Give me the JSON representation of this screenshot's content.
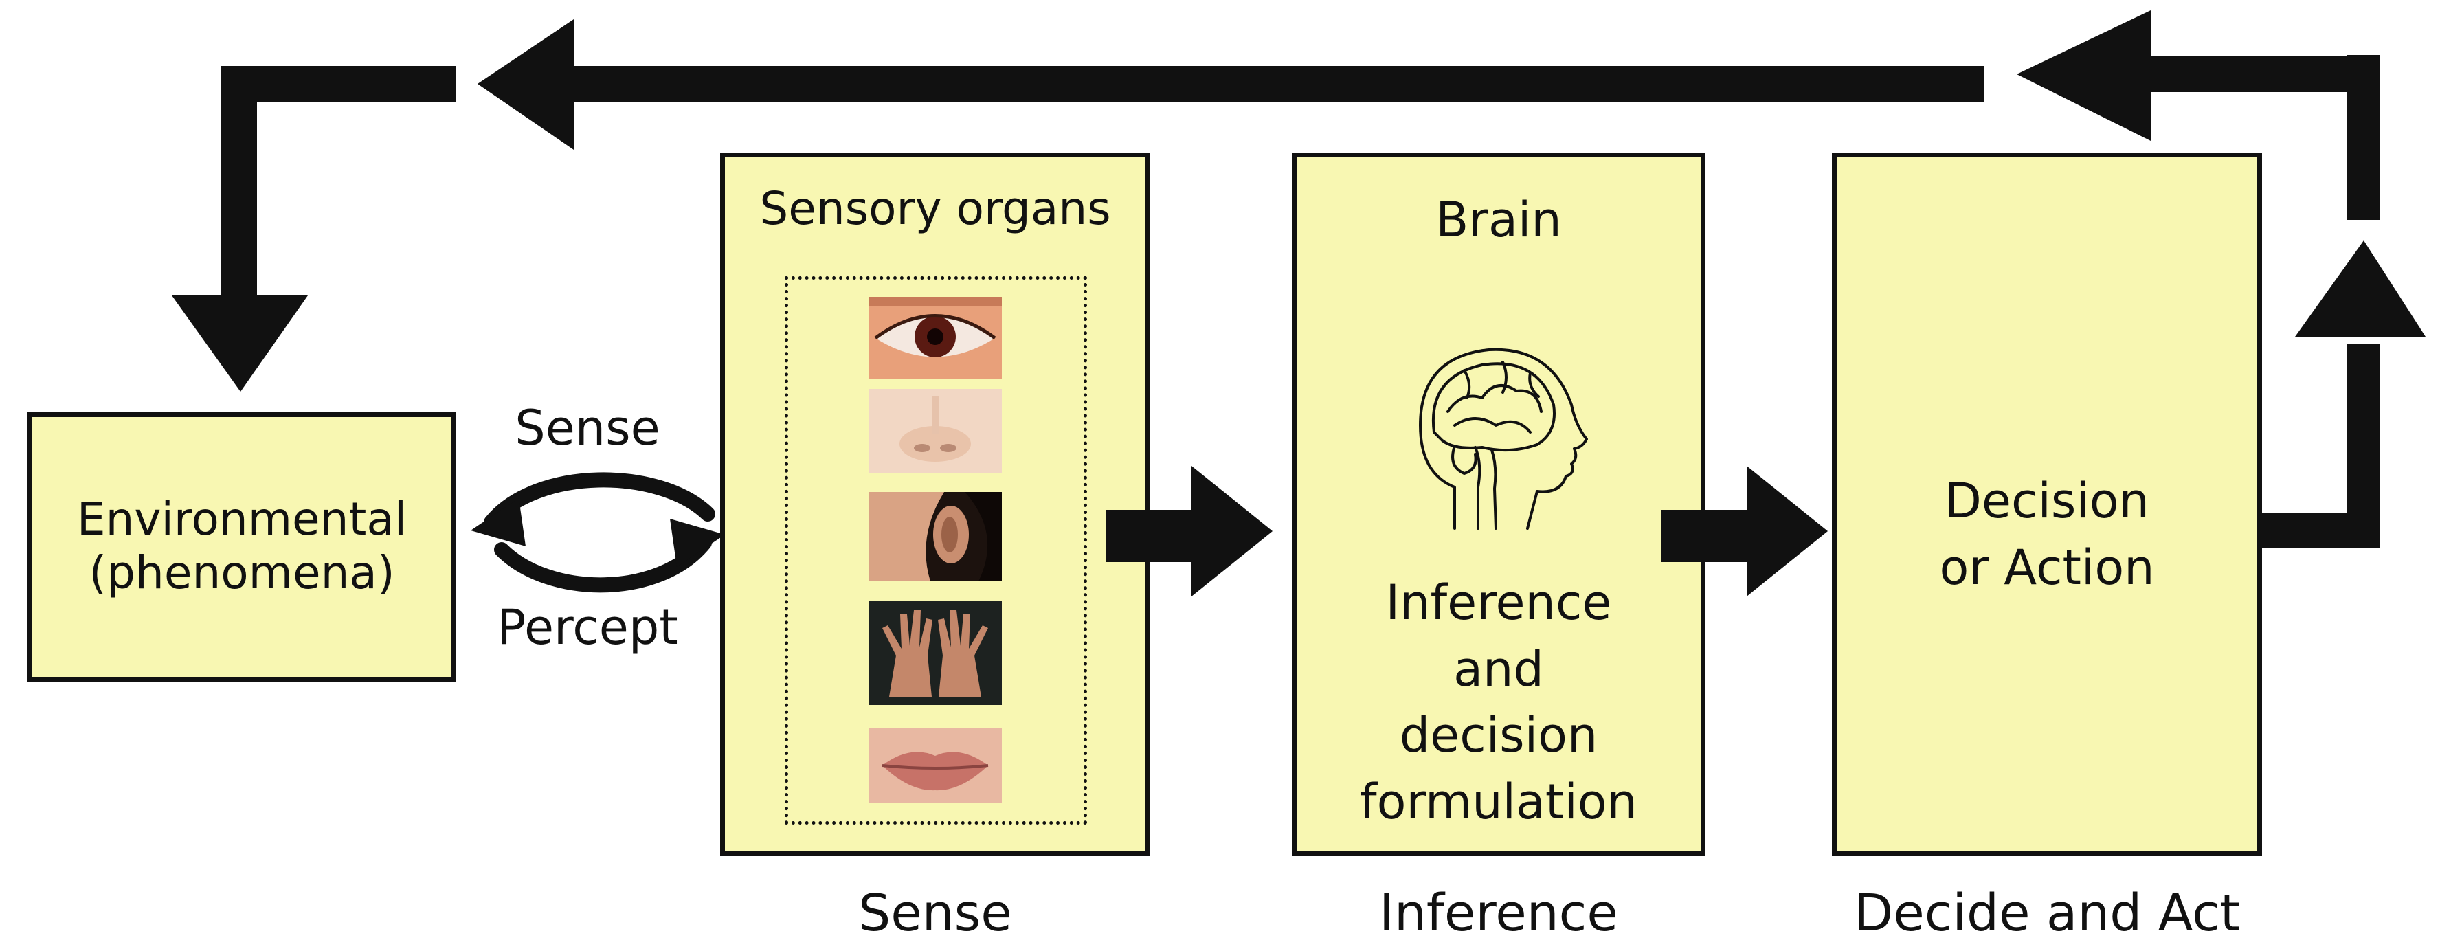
{
  "environment": {
    "label": "Environmental\n(phenomena)"
  },
  "exchange": {
    "sense_label": "Sense",
    "percept_label": "Percept"
  },
  "sensory": {
    "title": "Sensory organs",
    "organs": [
      "eye-image",
      "nose-image",
      "ear-image",
      "hands-image",
      "lips-image"
    ]
  },
  "brain": {
    "title": "Brain",
    "subtitle": "Inference\nand\ndecision\nformulation"
  },
  "decision": {
    "label": "Decision\nor Action"
  },
  "stages": {
    "sense": "Sense",
    "inference": "Inference",
    "decide": "Decide and Act"
  },
  "colors": {
    "box_fill": "#f8f7b2",
    "arrow": "#111111",
    "outline": "#111111"
  }
}
